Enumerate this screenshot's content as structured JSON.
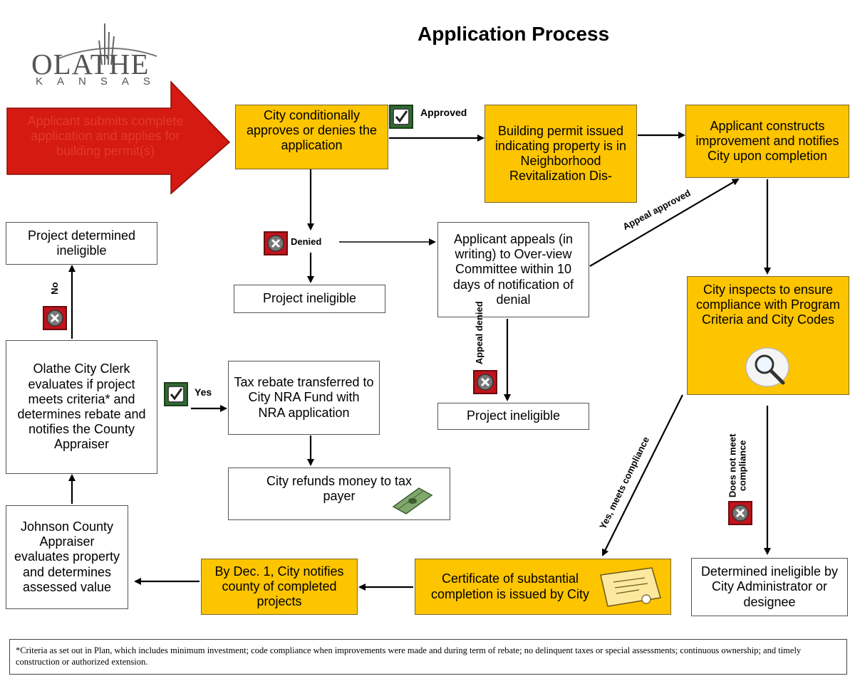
{
  "header": {
    "title": "Application Process"
  },
  "logo": {
    "word": "OLATHE",
    "sub": "KANSAS"
  },
  "nodes": {
    "submit": "Applicant submits complete application and applies for building permit(s)",
    "city_approves": "City conditionally approves or denies the application",
    "permit_issued": "Building permit issued indicating property is in Neighborhood Revitalization Dis-",
    "constructs": "Applicant constructs improvement and notifies City upon completion",
    "ineligible_top": "Project ineligible",
    "appeals": "Applicant appeals (in writing) to Over-view Committee within 10 days of notification of denial",
    "ineligible_mid": "Project ineligible",
    "inspects": "City inspects to ensure compliance with Program Criteria and City Codes",
    "project_determined": "Project determined ineligible",
    "clerk": "Olathe City Clerk evaluates if project meets criteria* and determines rebate and notifies the County Appraiser",
    "tax_rebate": "Tax rebate transferred to City NRA Fund with NRA application",
    "refunds": "City refunds money to tax payer",
    "appraiser": "Johnson County Appraiser evaluates property and determines assessed value",
    "dec1": "By Dec. 1, City notifies county of completed projects",
    "certificate": "Certificate of substantial completion is issued by City",
    "admin_ineligible": "Determined ineligible by City Administrator or designee"
  },
  "labels": {
    "approved": "Approved",
    "denied": "Denied",
    "appeal_approved": "Appeal approved",
    "appeal_denied": "Appeal denied",
    "yes": "Yes",
    "no": "No",
    "meets": "Yes, meets compliance",
    "not_meet": "Does not meet compliance"
  },
  "footnote": "*Criteria as set out in Plan, which includes  minimum investment; code compliance when improvements were made and during term of rebate; no delinquent taxes or special assessments; continuous ownership; and timely construction or authorized extension.",
  "icons": {
    "approved_icon": "check-icon",
    "denied_icon": "x-icon",
    "magnifier": "magnifier-icon",
    "money": "money-icon",
    "certificate": "certificate-icon"
  },
  "colors": {
    "process_fill": "#FDC400",
    "arrow_red": "#D41A12",
    "approve_green": "#2e6b2e",
    "deny_red": "#c0131b"
  }
}
